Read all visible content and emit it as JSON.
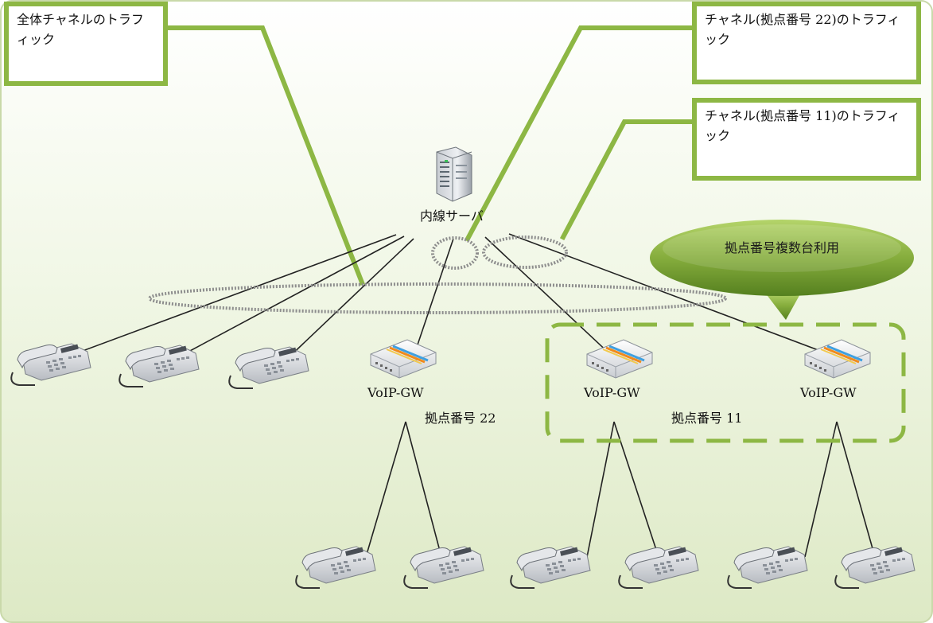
{
  "callouts": {
    "all_channels": "全体チャネルのトラフィック",
    "site22": "チャネル(拠点番号 22)のトラフィック",
    "site11": "チャネル(拠点番号 11)のトラフィック"
  },
  "server": {
    "label": "内線サーバ",
    "icon": "server-icon"
  },
  "gateways": [
    {
      "label": "VoIP-GW",
      "icon": "router-icon"
    },
    {
      "label": "VoIP-GW",
      "icon": "router-icon"
    },
    {
      "label": "VoIP-GW",
      "icon": "router-icon"
    }
  ],
  "sites": {
    "site22": "拠点番号 22",
    "site11": "拠点番号 11"
  },
  "bubble": {
    "label": "拠点番号複数台利用"
  },
  "phones": {
    "icon": "telephone-icon",
    "top_row_count": 3,
    "bottom_row_count": 6
  },
  "colors": {
    "accent": "#8db744",
    "bubble": "#7fa83a",
    "background_bottom": "#e1edcc",
    "background_top": "#ffffff"
  }
}
